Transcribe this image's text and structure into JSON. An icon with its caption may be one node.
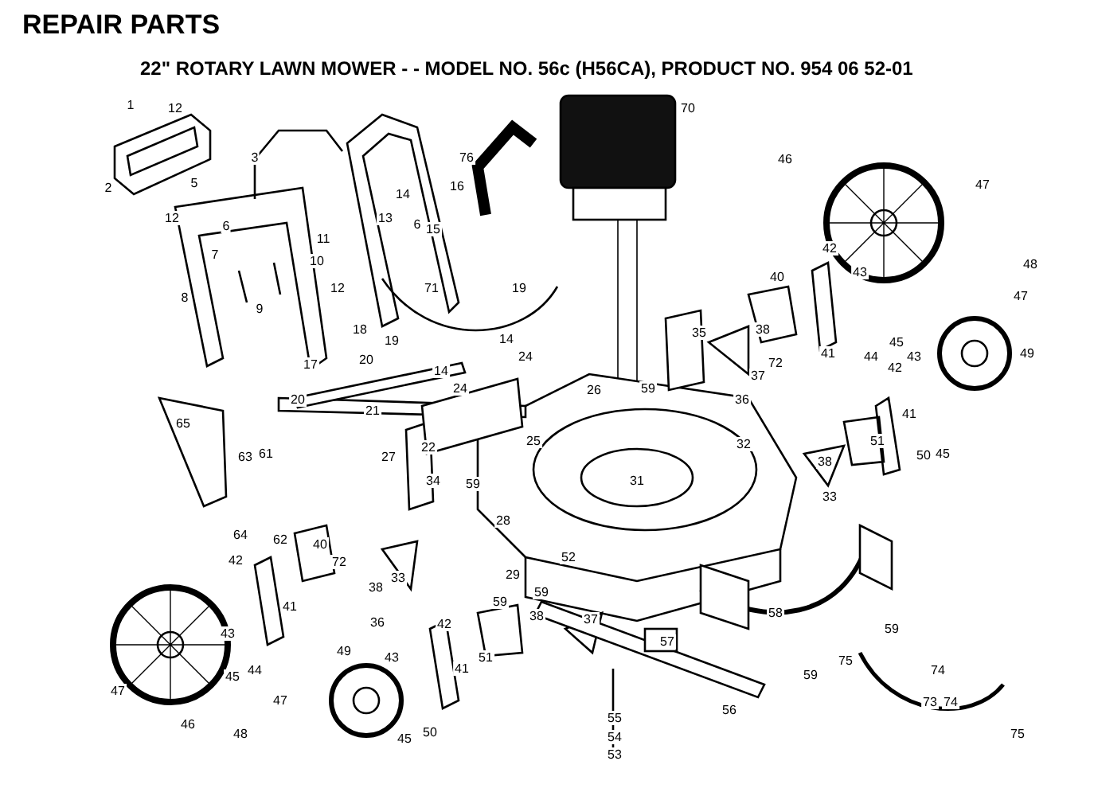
{
  "diagram": {
    "title": "REPAIR PARTS",
    "caption": "22\" ROTARY LAWN MOWER - - MODEL NO. 56c (H56CA),  PRODUCT NO. 954 06 52-01",
    "labels": [
      "1",
      "12",
      "2",
      "5",
      "12",
      "6",
      "7",
      "8",
      "9",
      "17",
      "3",
      "11",
      "10",
      "12",
      "13",
      "14",
      "15",
      "16",
      "6",
      "71",
      "19",
      "19",
      "18",
      "20",
      "14",
      "24",
      "14",
      "24",
      "76",
      "70",
      "46",
      "47",
      "48",
      "47",
      "42",
      "43",
      "40",
      "41",
      "44",
      "45",
      "49",
      "35",
      "38",
      "37",
      "72",
      "59",
      "36",
      "26",
      "42",
      "43",
      "41",
      "51",
      "50",
      "45",
      "32",
      "31",
      "20",
      "21",
      "22",
      "25",
      "27",
      "34",
      "59",
      "65",
      "63",
      "61",
      "64",
      "62",
      "28",
      "29",
      "52",
      "59",
      "59",
      "38",
      "37",
      "40",
      "72",
      "38",
      "33",
      "42",
      "41",
      "36",
      "43",
      "45",
      "44",
      "47",
      "46",
      "49",
      "43",
      "47",
      "48",
      "45",
      "50",
      "42",
      "41",
      "51",
      "38",
      "33",
      "58",
      "59",
      "57",
      "59",
      "56",
      "55",
      "54",
      "53",
      "75",
      "74",
      "73",
      "74",
      "75"
    ]
  }
}
